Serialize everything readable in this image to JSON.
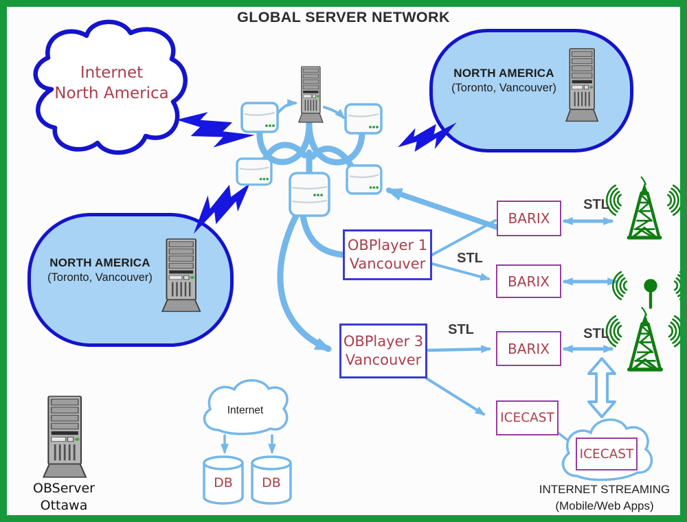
{
  "title": "GLOBAL SERVER NETWORK",
  "cloud_na": {
    "line1": "Internet",
    "line2": "North America"
  },
  "na_top": {
    "line1": "NORTH AMERICA",
    "line2": "(Toronto, Vancouver)"
  },
  "na_left": {
    "line1": "NORTH AMERICA",
    "line2": "(Toronto, Vancouver)"
  },
  "obplayer1": {
    "line1": "OBPlayer 1",
    "line2": "Vancouver"
  },
  "obplayer3": {
    "line1": "OBPlayer 3",
    "line2": "Vancouver"
  },
  "barix": {
    "b1": "BARIX",
    "b2": "BARIX",
    "b3": "BARIX"
  },
  "icecast": {
    "i1": "ICECAST",
    "i2": "ICECAST"
  },
  "stl": {
    "s1": "STL",
    "s2": "STL",
    "s3": "STL",
    "s4": "STL"
  },
  "internet_cloud": {
    "label": "Internet"
  },
  "db": {
    "d1": "DB",
    "d2": "DB"
  },
  "observer": {
    "line1": "OBServer",
    "line2": "Ottawa"
  },
  "streaming": {
    "line1": "INTERNET STREAMING",
    "line2": "(Mobile/Web Apps)"
  },
  "icons": {
    "server_tower": "server-tower-icon",
    "network_node": "network-node-icon",
    "db_array": "db-array-icon",
    "radio_tower": "radio-tower-icon",
    "antenna": "antenna-icon",
    "lightning": "lightning-bolt-icon",
    "cloud": "cloud-icon",
    "db_cylinder": "db-cylinder-icon",
    "double_arrow": "double-arrow-icon"
  },
  "colors": {
    "frame-green": "#17993b",
    "deep-blue": "#1414cc",
    "bolt-blue": "#1616e0",
    "line-blue": "#74b7ea",
    "capsule-fill": "#a9d3f4",
    "red-text": "#a93e4b",
    "purple-border": "#9b3a9b",
    "blue-border": "#3a3ad2",
    "green-icon": "#0f7d12"
  }
}
